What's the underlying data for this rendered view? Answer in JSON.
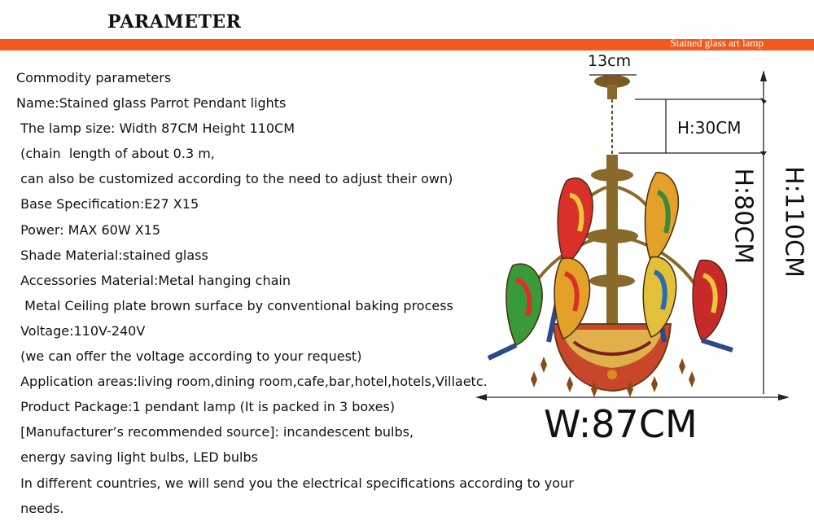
{
  "header": {
    "title": "PARAMETER",
    "bar_label": "Stained glass art lamp"
  },
  "parameters": [
    "Commodity parameters",
    "Name:Stained glass Parrot Pendant lights",
    " The lamp size: Width 87CM Height 110CM",
    " (chain  length of about 0.3 m,",
    " can also be customized according to the need to adjust their own)",
    " Base Specification:E27 X15",
    " Power: MAX 60W X15",
    " Shade Material:stained glass",
    " Accessories Material:Metal hanging chain",
    "  Metal Ceiling plate brown surface by conventional baking process",
    " Voltage:110V-240V",
    " (we can offer the voltage according to your request)",
    " Application areas:living room,dining room,cafe,bar,hotel,hotels,Villaetc.",
    " Product Package:1 pendant lamp (It is packed in 3 boxes)",
    " [Manufacturer’s recommended source]: incandescent bulbs,",
    " energy saving light bulbs, LED bulbs",
    " In different countries, we will send you the electrical specifications according to your",
    " needs."
  ],
  "dimensions": {
    "canopy": "13cm",
    "chain": "H:30CM",
    "body": "H:80CM",
    "total": "H:110CM",
    "width": "W:87CM"
  },
  "colors": {
    "accent": "#f25a1c",
    "brass": "#8a6a2a"
  }
}
